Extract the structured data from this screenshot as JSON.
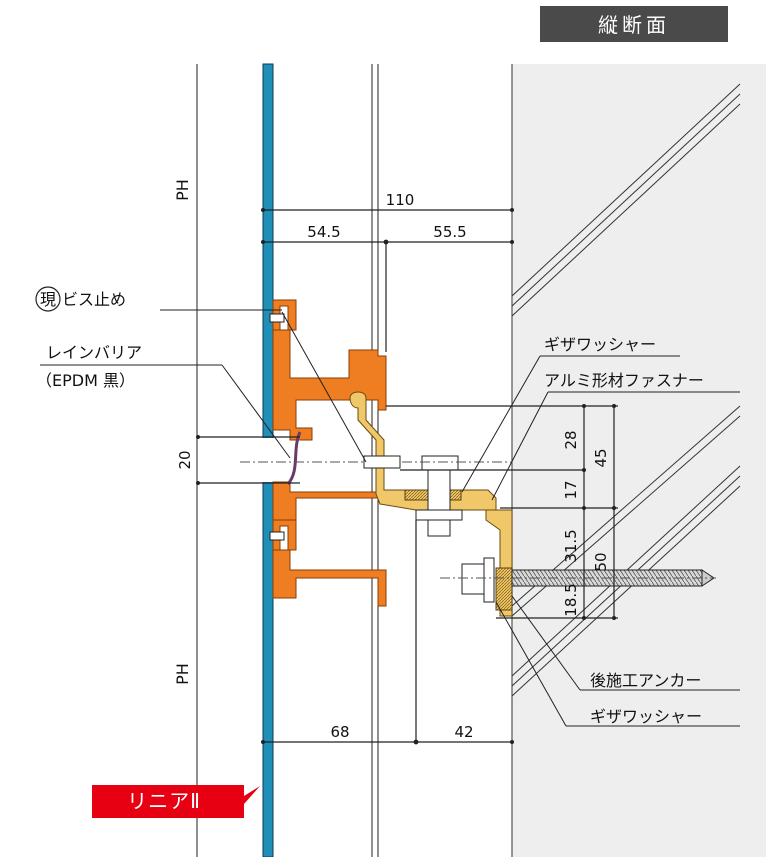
{
  "title": "縦断面",
  "product_tag": "リニアⅡ",
  "floor_labels": {
    "upper": "PH",
    "lower": "PH"
  },
  "dimensions": {
    "total_depth": "110",
    "depth_left": "54.5",
    "depth_right": "55.5",
    "joint_width": "20",
    "fastener_28": "28",
    "fastener_17": "17",
    "fastener_45": "45",
    "anchor_31_5": "31.5",
    "anchor_18_5": "18.5",
    "anchor_50": "50",
    "bottom_left": "68",
    "bottom_right": "42"
  },
  "callouts": {
    "screw_mark": "現",
    "screw_fix": "ビス止め",
    "rain_barrier": "レインバリア",
    "rain_barrier_material": "（EPDM 黒）",
    "serrated_washer_top": "ギザワッシャー",
    "aluminum_fastener": "アルミ形材ファスナー",
    "post_anchor": "後施工アンカー",
    "serrated_washer_bottom": "ギザワッシャー"
  },
  "colors": {
    "title_bg": "#4a4a4a",
    "tag_bg": "#e60012",
    "panel_blue": "#1f8fb8",
    "mullion_orange": "#ef7d22",
    "fastener_yellow": "#f0c86a",
    "concrete_gray": "#eeeeee"
  }
}
